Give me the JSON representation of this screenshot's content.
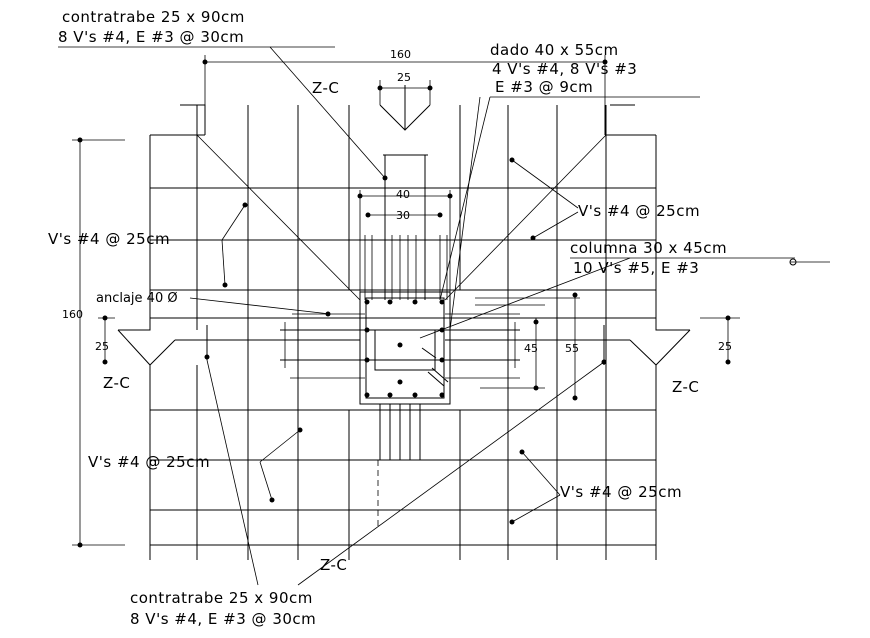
{
  "labels": {
    "contratrabe_top_1": "contratrabe 25 x 90cm",
    "contratrabe_top_2": "8 V's #4, E #3 @ 30cm",
    "dado_1": "dado 40 x 55cm",
    "dado_2": "4 V's #4, 8 V's #3",
    "dado_3": "E #3 @ 9cm",
    "vs_right_top": "V's #4 @ 25cm",
    "columna_1": "columna 30 x 45cm",
    "columna_2": "10 V's #5, E #3",
    "vs_left_top": "V's #4 @ 25cm",
    "anclaje": "anclaje 40 Ø",
    "vs_left_bottom": "V's #4 @ 25cm",
    "vs_right_bottom": "V's #4 @ 25cm",
    "contratrabe_bot_1": "contratrabe 25 x 90cm",
    "contratrabe_bot_2": "8 V's #4, E #3 @ 30cm"
  },
  "cuts": {
    "top": "Z-C",
    "left": "Z-C",
    "right": "Z-C",
    "bottom": "Z-C"
  },
  "dimensions": {
    "top_width": "160",
    "top_inner": "25",
    "dado_width": "40",
    "col_width": "30",
    "left_height": "160",
    "left_small": "25",
    "right_small": "25",
    "col_depth": "45",
    "dado_depth": "55"
  }
}
